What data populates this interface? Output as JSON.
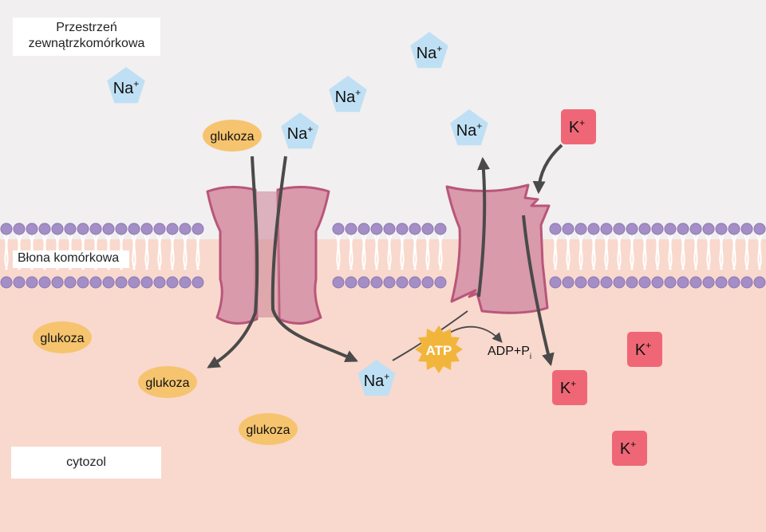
{
  "labels": {
    "extracellular": "Przestrzeń zewnątrzkomórkowa",
    "membrane": "Błona komórkowa",
    "cytosol": "cytozol"
  },
  "molecules": {
    "na": "Na",
    "k": "K",
    "plus": "+",
    "glucose": "glukoza",
    "atp": "ATP",
    "adp": "ADP+P",
    "adp_sub": "i"
  },
  "colors": {
    "extracellular_bg": "#f1eff0",
    "cytosol_bg": "#f9d9cd",
    "protein_fill": "#d99aab",
    "protein_stroke": "#b9567a",
    "na_fill": "#bfe0f4",
    "k_fill": "#ef6776",
    "glucose_fill": "#f6c46f",
    "atp_fill": "#f2b53c",
    "lipid_head": "#a48ec6",
    "arrow": "#4a4a4a"
  }
}
